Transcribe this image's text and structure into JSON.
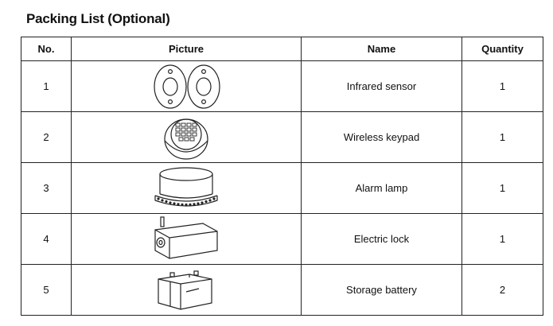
{
  "page_title": "Packing List (Optional)",
  "table": {
    "headers": {
      "no": "No.",
      "picture": "Picture",
      "name": "Name",
      "quantity": "Quantity"
    },
    "rows": [
      {
        "no": "1",
        "picture_icon": "infrared-sensor-icon",
        "name": "Infrared sensor",
        "quantity": "1"
      },
      {
        "no": "2",
        "picture_icon": "wireless-keypad-icon",
        "name": "Wireless keypad",
        "quantity": "1"
      },
      {
        "no": "3",
        "picture_icon": "alarm-lamp-icon",
        "name": "Alarm lamp",
        "quantity": "1"
      },
      {
        "no": "4",
        "picture_icon": "electric-lock-icon",
        "name": "Electric lock",
        "quantity": "1"
      },
      {
        "no": "5",
        "picture_icon": "storage-battery-icon",
        "name": "Storage battery",
        "quantity": "2"
      }
    ]
  }
}
